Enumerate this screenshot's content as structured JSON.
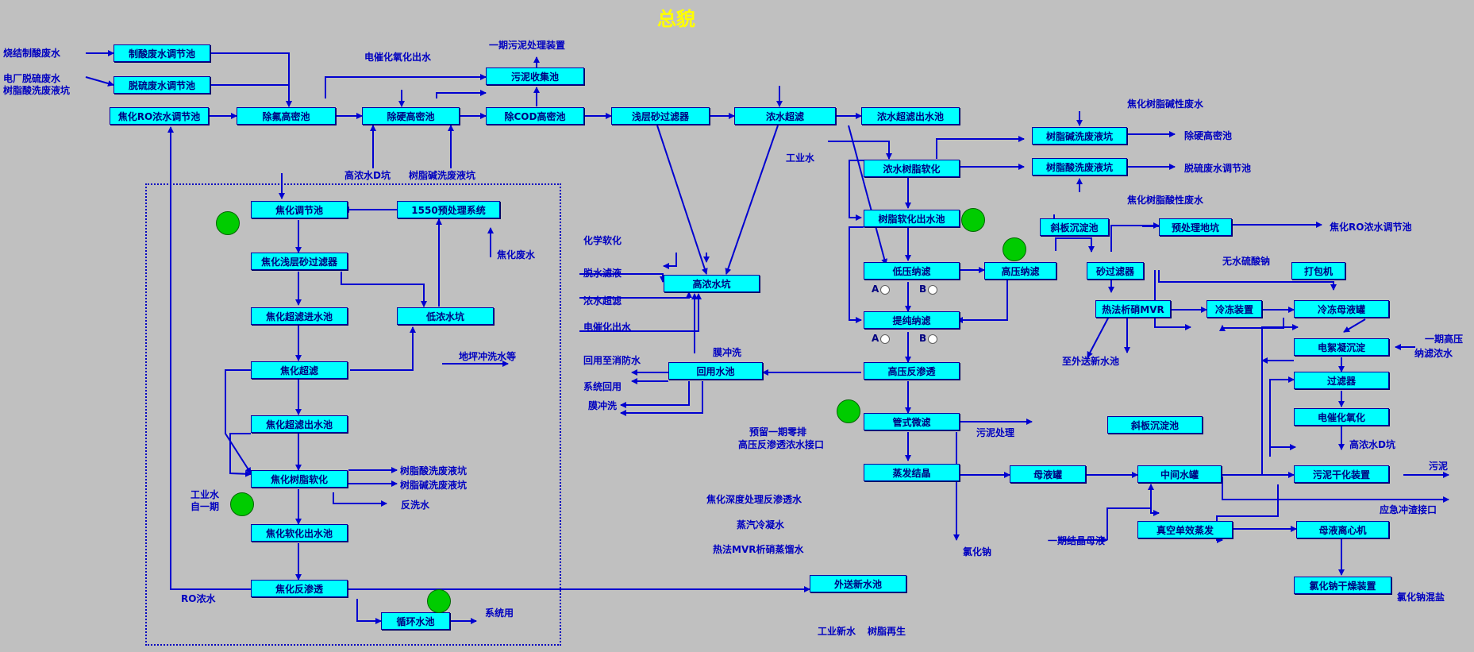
{
  "title": "总貌",
  "boxes": {
    "b_zhisuan": "制酸废水调节池",
    "b_tuoliu": "脱硫废水调节池",
    "b_jiaohuaRO": "焦化RO浓水调节池",
    "b_chufu": "除氟高密池",
    "b_chuying": "除硬高密池",
    "b_wuni": "污泥收集池",
    "b_cod": "除COD高密池",
    "b_qianceng": "浅层砂过滤器",
    "b_nongshuichaolv": "浓水超滤",
    "b_nongchaochu": "浓水超滤出水池",
    "b_tiaojie": "焦化调节池",
    "b_1550": "1550预处理系统",
    "b_jqc": "焦化浅层砂过滤器",
    "b_jcz": "焦化超滤进水池",
    "b_dnsk": "低浓水坑",
    "b_jhcl": "焦化超滤",
    "b_jhccs": "焦化超滤出水池",
    "b_jhsz": "焦化树脂软化",
    "b_jhrhcs": "焦化软化出水池",
    "b_jhfsh": "焦化反渗透",
    "b_xunhuan": "循环水池",
    "b_gaonong": "高浓水坑",
    "b_huiyong": "回用水池",
    "b_nsrh": "浓水树脂软化",
    "b_szrhcs": "树脂软化出水池",
    "b_dynl": "低压纳滤",
    "b_gynl": "高压纳滤",
    "b_tcnl": "提纯纳滤",
    "b_gyfst": "高压反渗透",
    "b_gsw": "管式微滤",
    "b_zfjj": "蒸发结晶",
    "b_waisong": "外送新水池",
    "b_szjx": "树脂碱洗废液坑",
    "b_szsx": "树脂酸洗废液坑",
    "b_xbcd1": "斜板沉淀池",
    "b_ylc": "预处理地坑",
    "b_sglq": "砂过滤器",
    "b_mvr": "热法析硝MVR",
    "b_ldzz": "冷冻装置",
    "b_ldmy": "冷冻母液罐",
    "b_dbj": "打包机",
    "b_dningcd": "电絮凝沉淀",
    "b_glq": "过滤器",
    "b_dhyh": "电催化氧化",
    "b_xbcd2": "斜板沉淀池",
    "b_myg": "母液罐",
    "b_zjsg": "中间水罐",
    "b_wngh": "污泥干化装置",
    "b_zkdx": "真空单效蒸发",
    "b_mylx": "母液离心机",
    "b_lhngz": "氯化钠干燥装置"
  },
  "labels": {
    "l_sjzs": "烧结制酸废水",
    "l_dcts": "电厂脱硫废水",
    "l_szsx": "树脂酸洗废液坑",
    "l_dhyhcs": "电催化氧化出水",
    "l_yqwn": "一期污泥处理装置",
    "l_gnsd": "高浓水D坑",
    "l_szjxfy": "树脂碱洗废液坑",
    "l_jhfs": "焦化废水",
    "l_dpcx": "地坪冲洗水等",
    "l_sz_sx": "树脂酸洗废液坑",
    "l_sz_jx": "树脂碱洗废液坑",
    "l_gys": "工业水",
    "l_zyq": "自一期",
    "l_fxs": "反洗水",
    "l_xty": "系统用",
    "l_rons": "RO浓水",
    "l_hxrh": "化学软化",
    "l_pslq": "脱水滤液",
    "l_nscl": "浓水超滤",
    "l_dhcs": "电催化出水",
    "l_mcx": "膜冲洗",
    "l_hyxf": "回用至消防水",
    "l_xthy": "系统回用",
    "l_mcx2": "膜冲洗",
    "l_gys2": "工业水",
    "l_ylyq1": "预留一期零排",
    "l_ylyq2": "高压反渗透浓水接口",
    "l_wncl": "污泥处理",
    "l_lhn": "氯化钠",
    "l_jhsd": "焦化深度处理反渗透水",
    "l_zqln": "蒸汽冷凝水",
    "l_rfmvr": "热法MVR析硝蒸馏水",
    "l_gyxs": "工业新水",
    "l_szzs": "树脂再生",
    "l_jhszjx": "焦化树脂碱性废水",
    "l_jhszsx": "焦化树脂酸性废水",
    "l_cygm": "除硬高密池",
    "l_tlfs": "脱硫废水调节池",
    "l_jhro": "焦化RO浓水调节池",
    "l_wsls": "无水硫酸钠",
    "l_zwsx": "至外送新水池",
    "l_yqgy1": "一期高压",
    "l_yqgy2": "纳滤浓水",
    "l_gnsd2": "高浓水D坑",
    "l_wn": "污泥",
    "l_yjcx": "应急冲渣接口",
    "l_yqjj": "一期结晶母液",
    "l_lhnhy": "氯化钠混盐"
  },
  "valves": {
    "a": "A",
    "b": "B"
  }
}
